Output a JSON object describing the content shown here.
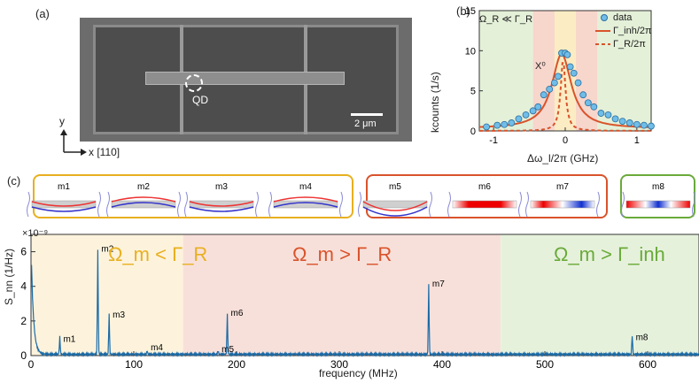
{
  "panel_labels": {
    "a": "(a)",
    "b": "(b)",
    "c": "(c)"
  },
  "sem": {
    "qd_label": "QD",
    "scale_label": "2 μm",
    "axis_y": "y",
    "axis_x": "x [110]"
  },
  "panel_b": {
    "ylabel": "kcounts (1/s)",
    "xlabel": "Δω_l/2π (GHz)",
    "annotation_regime": "Ω_R ≪ Γ_R",
    "annotation_x0": "X⁰",
    "legend": [
      {
        "label": "data"
      },
      {
        "label": "Γ_inh/2π"
      },
      {
        "label": "Γ_R/2π"
      }
    ],
    "xticks": [
      "-1",
      "0",
      "1"
    ],
    "yticks": [
      "0",
      "5",
      "10",
      "15"
    ]
  },
  "modes": [
    "m1",
    "m2",
    "m3",
    "m4",
    "m5",
    "m6",
    "m7",
    "m8"
  ],
  "panel_c": {
    "ylabel": "S_nn (1/Hz)",
    "xlabel": "frequency (MHz)",
    "scale_note": "×10⁻⁹",
    "yticks": [
      "0",
      "2",
      "4",
      "6"
    ],
    "xticks": [
      "0",
      "100",
      "200",
      "300",
      "400",
      "500",
      "600"
    ],
    "region_labels": [
      "Ω_m < Γ_R",
      "Ω_m > Γ_R",
      "Ω_m > Γ_inh"
    ],
    "region_colors": [
      "#e8b020",
      "#d9532b",
      "#6aaa3a"
    ],
    "peak_labels": [
      {
        "name": "m1",
        "f": 28
      },
      {
        "name": "m2",
        "f": 65
      },
      {
        "name": "m3",
        "f": 76
      },
      {
        "name": "m4",
        "f": 113
      },
      {
        "name": "m5",
        "f": 182
      },
      {
        "name": "m6",
        "f": 191
      },
      {
        "name": "m7",
        "f": 387
      },
      {
        "name": "m8",
        "f": 585
      }
    ]
  },
  "chart_data": [
    {
      "type": "scatter",
      "title": "",
      "xlabel": "Δω_l/2π (GHz)",
      "ylabel": "kcounts (1/s)",
      "xlim": [
        -1.2,
        1.2
      ],
      "ylim": [
        0,
        15
      ],
      "series": [
        {
          "name": "data",
          "x": [
            -1.1,
            -0.95,
            -0.85,
            -0.75,
            -0.65,
            -0.55,
            -0.45,
            -0.38,
            -0.3,
            -0.22,
            -0.15,
            -0.1,
            -0.05,
            0.0,
            0.03,
            0.07,
            0.12,
            0.18,
            0.25,
            0.32,
            0.4,
            0.5,
            0.6,
            0.7,
            0.8,
            0.9,
            1.0,
            1.1,
            1.2
          ],
          "y": [
            0.5,
            0.7,
            0.8,
            1.0,
            1.5,
            2.0,
            2.5,
            3.0,
            4.5,
            5.2,
            6.0,
            6.8,
            9.7,
            9.7,
            9.5,
            8.0,
            7.2,
            6.0,
            4.5,
            3.5,
            3.0,
            2.2,
            2.0,
            1.5,
            1.2,
            1.0,
            0.8,
            0.7,
            0.6
          ]
        },
        {
          "name": "Γ_inh/2π",
          "type": "line",
          "x0": -0.05,
          "width": 0.33,
          "amp": 9.3
        },
        {
          "name": "Γ_R/2π",
          "type": "line",
          "x0": -0.03,
          "width": 0.08,
          "amp": 9.0
        }
      ]
    },
    {
      "type": "line",
      "title": "",
      "xlabel": "frequency (MHz)",
      "ylabel": "S_nn (1/Hz)",
      "xlim": [
        0,
        650
      ],
      "ylim": [
        0,
        7
      ],
      "series": [
        {
          "name": "",
          "peaks": [
            {
              "f": 28,
              "h": 1.0
            },
            {
              "f": 65,
              "h": 6.0
            },
            {
              "f": 76,
              "h": 2.4
            },
            {
              "f": 113,
              "h": 0.2
            },
            {
              "f": 182,
              "h": 0.2
            },
            {
              "f": 191,
              "h": 2.4
            },
            {
              "f": 387,
              "h": 4.0
            },
            {
              "f": 585,
              "h": 1.1
            }
          ]
        }
      ]
    }
  ]
}
